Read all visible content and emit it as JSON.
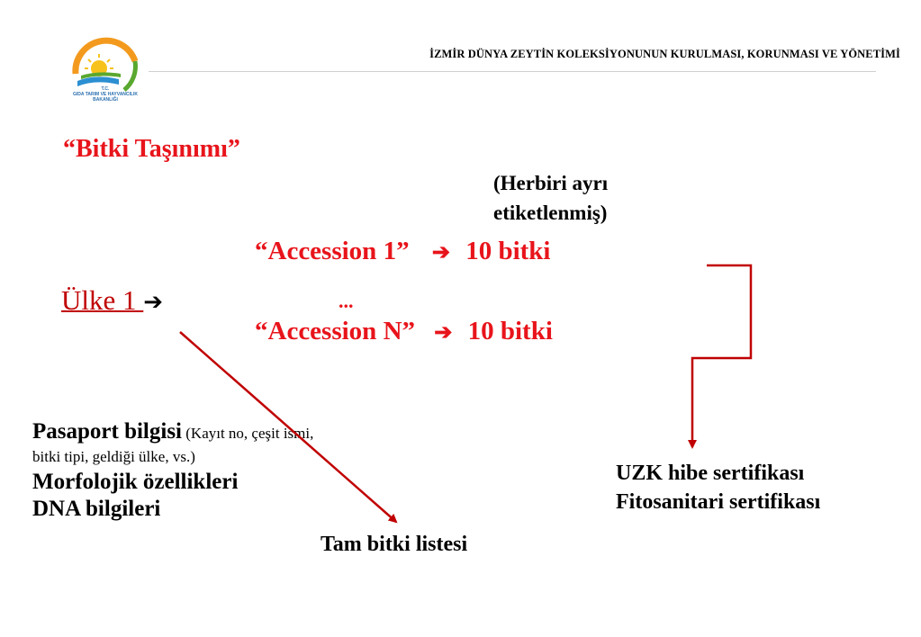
{
  "header": {
    "title": "İZMİR DÜNYA  ZEYTİN KOLEKSİYONUNUN  KURULMASI, KORUNMASI VE YÖNETİMİ",
    "logo_text": [
      "T.C.",
      "GIDA TARIM VE HAYVANCILIK",
      "BAKANLIĞI"
    ]
  },
  "slide": {
    "title": "“Bitki Taşınımı”",
    "note_line1": "(Herbiri ayrı",
    "note_line2": "etiketlenmiş)",
    "accession1": "“Accession 1”",
    "accession1_count": "10 bitki",
    "ellipsis": "...",
    "accessionN": "“Accession N”",
    "accessionN_count": "10 bitki",
    "country_label": "Ülke 1 ",
    "arrow_glyph": "➔",
    "passport_bold": "Pasaport bilgisi",
    "passport_detail": " (Kayıt no, çeşit ismi,",
    "passport_detail2": "bitki tipi, geldiği ülke, vs.)",
    "morphology": "Morfolojik özellikleri",
    "dna": "DNA bilgileri",
    "full_list": "Tam bitki listesi",
    "cert1": "UZK hibe sertifikası",
    "cert2": "Fitosanitari sertifikası"
  },
  "colors": {
    "accent_red": "#e8141b",
    "arrow_red": "#c00000",
    "logo_orange": "#f39a1e",
    "logo_green": "#5aa82f",
    "logo_blue": "#2b8fd1"
  }
}
